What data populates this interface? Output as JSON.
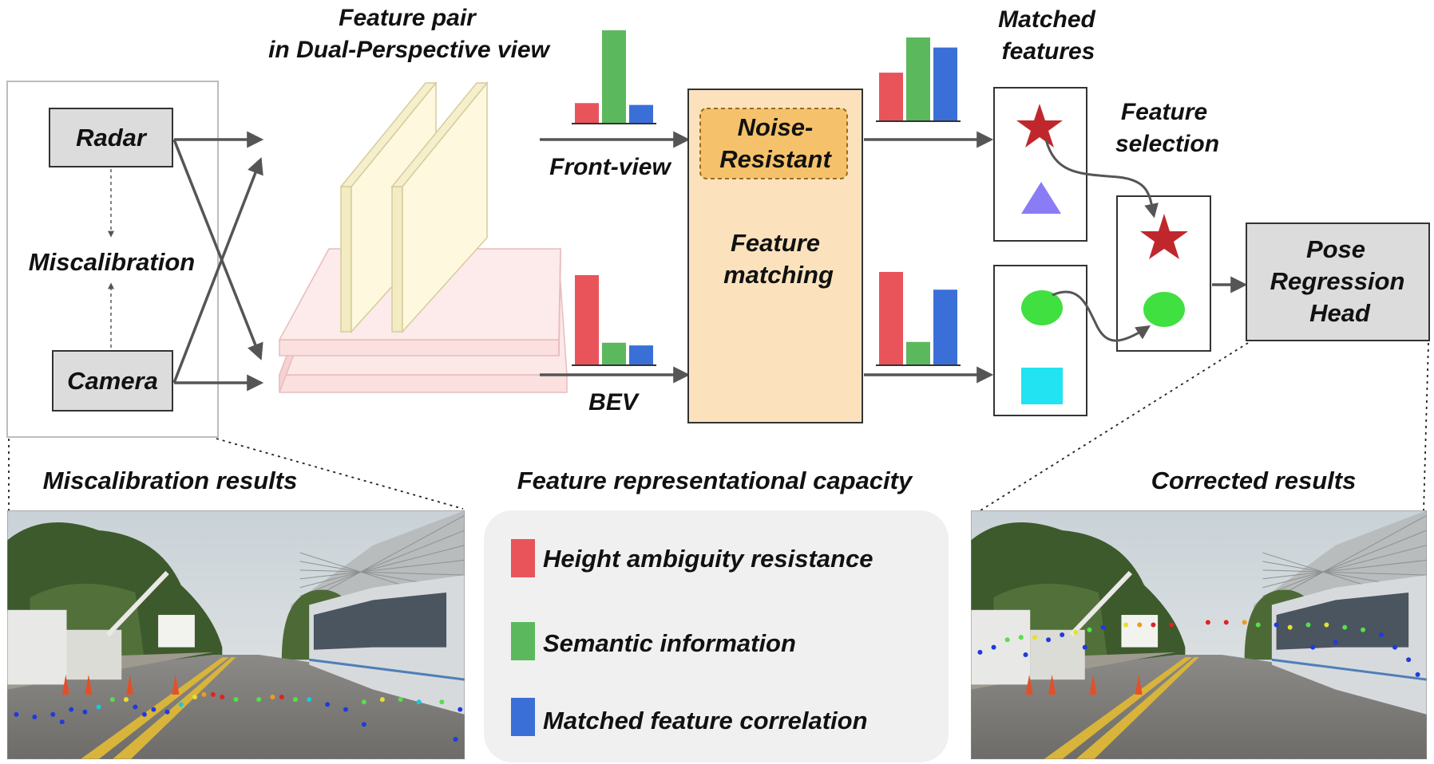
{
  "title": {
    "feature_pair_line1": "Feature pair",
    "feature_pair_line2": "in Dual-Perspective view",
    "matched_features_line1": "Matched",
    "matched_features_line2": "features",
    "feature_selection_line1": "Feature",
    "feature_selection_line2": "selection"
  },
  "sensors": {
    "radar": "Radar",
    "camera": "Camera",
    "miscalibration": "Miscalibration"
  },
  "views": {
    "front": "Front-view",
    "bev": "BEV"
  },
  "matching": {
    "noise_line1": "Noise-",
    "noise_line2": "Resistant",
    "feature_line1": "Feature",
    "feature_line2": "matching"
  },
  "pose": {
    "line1": "Pose",
    "line2": "Regression",
    "line3": "Head"
  },
  "results": {
    "miscalibration": "Miscalibration results",
    "corrected": "Corrected results"
  },
  "legend": {
    "title": "Feature representational capacity",
    "items": [
      {
        "label": "Height ambiguity resistance",
        "color": "#e8545a"
      },
      {
        "label": "Semantic information",
        "color": "#5cb85c"
      },
      {
        "label": "Matched feature correlation",
        "color": "#3a6fd8"
      }
    ]
  },
  "colors": {
    "red_bar": "#e8545a",
    "green_bar": "#5cb85c",
    "blue_bar": "#3a6fd8",
    "star": "#c0272d",
    "triangle": "#8a7cf5",
    "circle": "#3fe03f",
    "square": "#22e3f2",
    "matching_box": "#fbe2bd",
    "noise_box": "#f5c26b",
    "grey_box": "#dcdcdc",
    "front_plane": "#fdf7dc",
    "bev_plane": "#fde6e6"
  },
  "chart_data": [
    {
      "type": "bar",
      "categories": [
        "Height ambiguity resistance",
        "Semantic information",
        "Matched feature correlation"
      ],
      "values": [
        0.22,
        1.0,
        0.2
      ]
    },
    {
      "type": "bar",
      "categories": [
        "Height ambiguity resistance",
        "Semantic information",
        "Matched feature correlation"
      ],
      "values": [
        1.0,
        0.25,
        0.22
      ]
    },
    {
      "type": "bar",
      "categories": [
        "Height ambiguity resistance",
        "Semantic information",
        "Matched feature correlation"
      ],
      "values": [
        0.58,
        1.0,
        0.88
      ]
    },
    {
      "type": "bar",
      "categories": [
        "Height ambiguity resistance",
        "Semantic information",
        "Matched feature correlation"
      ],
      "values": [
        1.0,
        0.25,
        0.81
      ]
    }
  ]
}
